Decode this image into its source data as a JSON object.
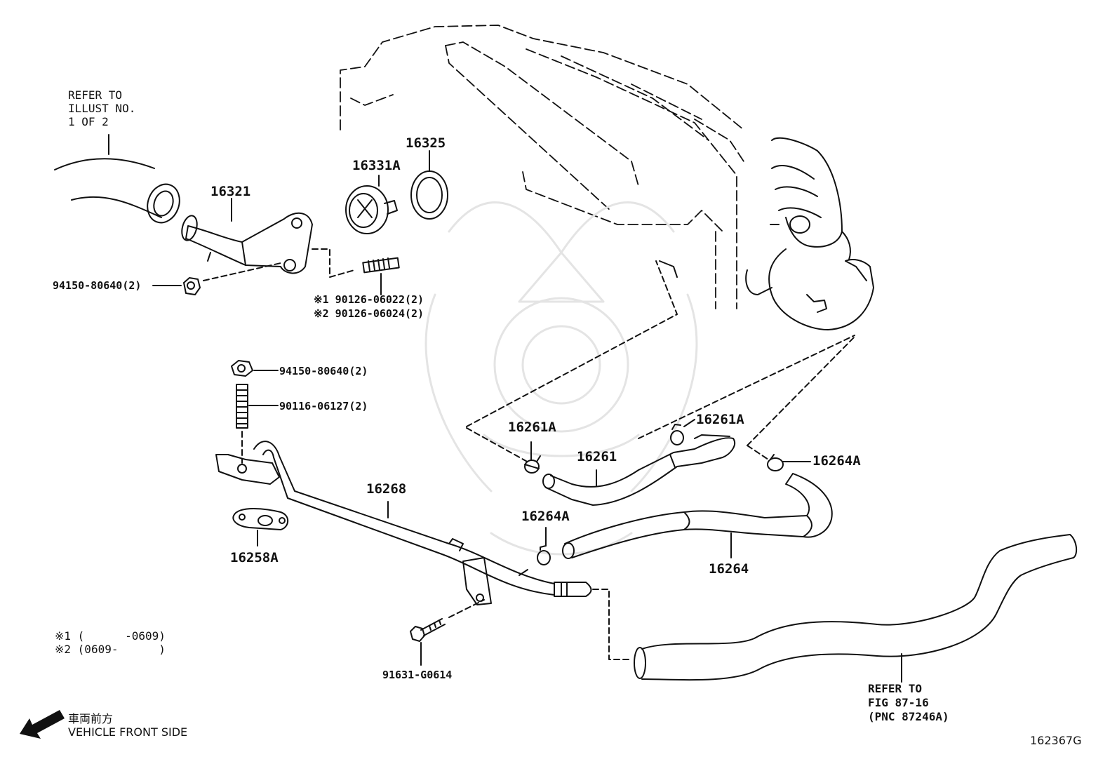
{
  "refer_top": {
    "line1": "REFER TO",
    "line2": "ILLUST NO.",
    "line3": "1 OF 2"
  },
  "parts": {
    "p16321": "16321",
    "p16331A": "16331A",
    "p16325": "16325",
    "p94150_top": "94150-80640(2)",
    "p90126_1": "※1 90126-06022(2)",
    "p90126_2": "※2 90126-06024(2)",
    "p94150_mid": "94150-80640(2)",
    "p90116": "90116-06127(2)",
    "p16268": "16268",
    "p16258A": "16258A",
    "p16261A_left": "16261A",
    "p16261A_right": "16261A",
    "p16261": "16261",
    "p16264A_right": "16264A",
    "p16264A_mid": "16264A",
    "p16264": "16264",
    "p91631": "91631-G0614"
  },
  "notes": {
    "n1": "※1 (      -0609)",
    "n2": "※2 (0609-      )"
  },
  "refer_bottom": {
    "line1": "REFER TO",
    "line2": "FIG 87-16",
    "line3": "(PNC 87246A)"
  },
  "direction": {
    "jp": "車両前方",
    "en": "VEHICLE FRONT SIDE"
  },
  "figure_id": "162367G",
  "icons": {
    "arrow": "front-arrow-icon"
  }
}
